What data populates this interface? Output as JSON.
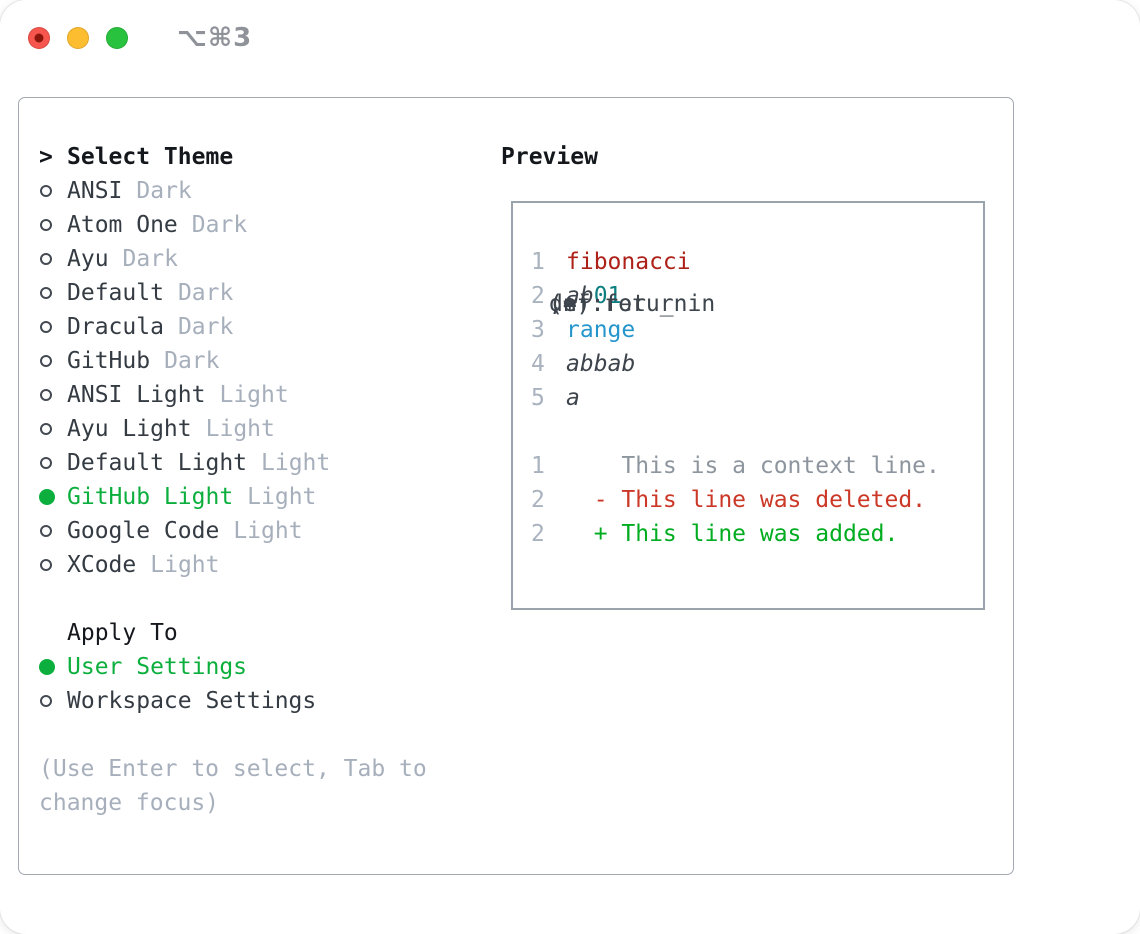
{
  "window": {
    "title": "⌥⌘3",
    "traffic_lights": [
      {
        "name": "close-button",
        "color": "#f6564d",
        "inner_dot": "#8c150c"
      },
      {
        "name": "minimize-button",
        "color": "#fdbd30",
        "inner_dot": null
      },
      {
        "name": "zoom-button",
        "color": "#29c23e",
        "inner_dot": null
      }
    ]
  },
  "theme_picker": {
    "heading_prefix": ">",
    "heading": "Select Theme",
    "items": [
      {
        "name": "ANSI",
        "variant": "Dark",
        "selected": false
      },
      {
        "name": "Atom One",
        "variant": "Dark",
        "selected": false
      },
      {
        "name": "Ayu",
        "variant": "Dark",
        "selected": false
      },
      {
        "name": "Default",
        "variant": "Dark",
        "selected": false
      },
      {
        "name": "Dracula",
        "variant": "Dark",
        "selected": false
      },
      {
        "name": "GitHub",
        "variant": "Dark",
        "selected": false
      },
      {
        "name": "ANSI Light",
        "variant": "Light",
        "selected": false
      },
      {
        "name": "Ayu Light",
        "variant": "Light",
        "selected": false
      },
      {
        "name": "Default Light",
        "variant": "Light",
        "selected": false
      },
      {
        "name": "GitHub Light",
        "variant": "Light",
        "selected": true
      },
      {
        "name": "Google Code",
        "variant": "Light",
        "selected": false
      },
      {
        "name": "XCode",
        "variant": "Light",
        "selected": false
      }
    ],
    "apply_to_heading": "Apply To",
    "apply_options": [
      {
        "name": "User Settings",
        "selected": true
      },
      {
        "name": "Workspace Settings",
        "selected": false
      }
    ],
    "hint_lines": [
      "(Use Enter to select, Tab to",
      "change focus)"
    ]
  },
  "preview": {
    "heading": "Preview",
    "code_lines": [
      {
        "num": "1",
        "tokens": [
          {
            "t": "def ",
            "s": "code"
          },
          {
            "t": "fibonacci",
            "s": "func"
          },
          {
            "t": "(n):",
            "s": "code"
          }
        ]
      },
      {
        "num": "2",
        "tokens": [
          {
            "t": "    ",
            "s": "code"
          },
          {
            "t": "a",
            "s": "var"
          },
          {
            "t": ", ",
            "s": "code"
          },
          {
            "t": "b",
            "s": "var"
          },
          {
            "t": " = ",
            "s": "code"
          },
          {
            "t": "0",
            "s": "num"
          },
          {
            "t": ", ",
            "s": "code"
          },
          {
            "t": "1",
            "s": "num"
          }
        ]
      },
      {
        "num": "3",
        "tokens": [
          {
            "t": "    for _ in ",
            "s": "code"
          },
          {
            "t": "range",
            "s": "builtin"
          },
          {
            "t": "(n):",
            "s": "code"
          }
        ]
      },
      {
        "num": "4",
        "tokens": [
          {
            "t": "        ",
            "s": "code"
          },
          {
            "t": "a",
            "s": "var"
          },
          {
            "t": ", ",
            "s": "code"
          },
          {
            "t": "b",
            "s": "var"
          },
          {
            "t": " = ",
            "s": "code"
          },
          {
            "t": "b",
            "s": "var"
          },
          {
            "t": ", ",
            "s": "code"
          },
          {
            "t": "a",
            "s": "var"
          },
          {
            "t": " + ",
            "s": "code"
          },
          {
            "t": "b",
            "s": "var"
          }
        ]
      },
      {
        "num": "5",
        "tokens": [
          {
            "t": "    return ",
            "s": "code"
          },
          {
            "t": "a",
            "s": "var"
          }
        ]
      },
      {
        "num": "",
        "tokens": []
      },
      {
        "num": "1",
        "tokens": [
          {
            "t": "    This is a context line.",
            "s": "context"
          }
        ]
      },
      {
        "num": "2",
        "tokens": [
          {
            "t": "  - This line was deleted.",
            "s": "deleted"
          }
        ]
      },
      {
        "num": "2",
        "tokens": [
          {
            "t": "  + This line was added.",
            "s": "added"
          }
        ]
      }
    ]
  },
  "colors": {
    "heading": "#14181c",
    "text": "#343b42",
    "muted": "#a6afbb",
    "selected_green": "#0caf3d",
    "bullet_ring": "#434a52",
    "title_gray": "#8f9399",
    "panel_border": "#a3a9b1",
    "lineno": "#a9b2bf",
    "code": "#3d444c",
    "func": "#ad2118",
    "num": "#0d7e80",
    "builtin": "#2596cc",
    "var": "#3d444c",
    "context": "#8d959e",
    "deleted": "#cb3827",
    "added": "#00ac20"
  }
}
